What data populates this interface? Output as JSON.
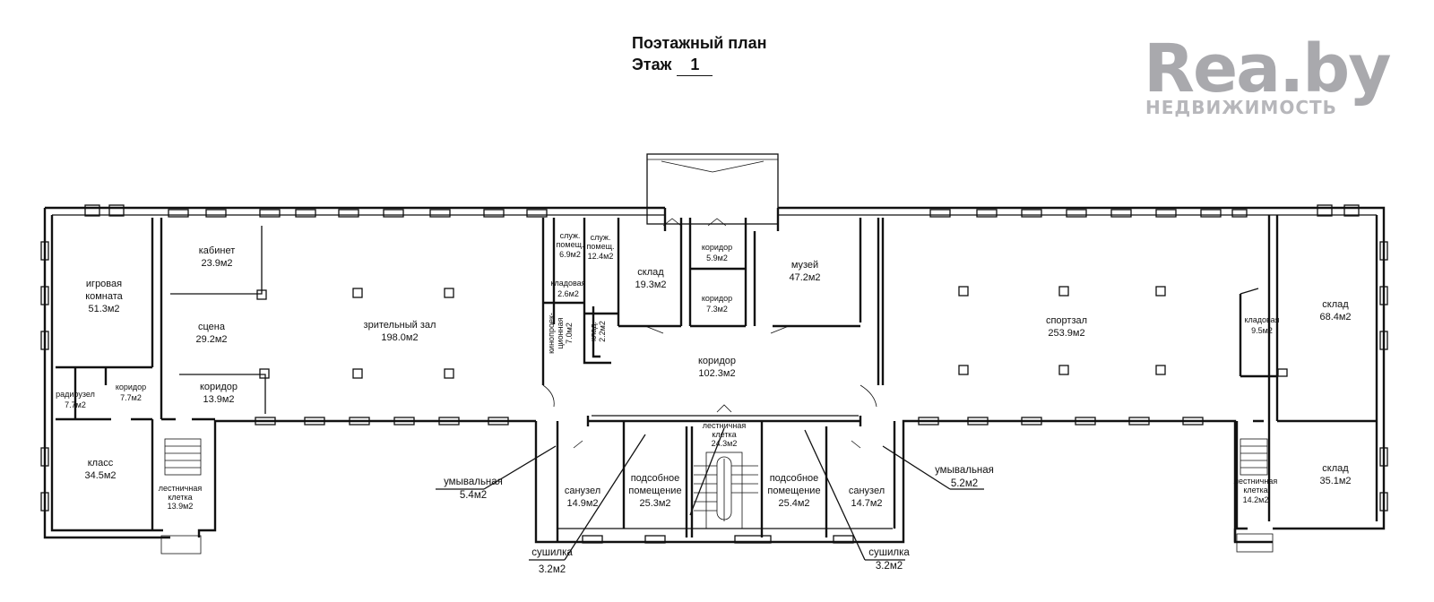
{
  "title": {
    "line1": "Поэтажный план",
    "floor_label": "Этаж",
    "floor_number": "1"
  },
  "logo": {
    "main": "Rea.by",
    "sub": "НЕДВИЖИМОСТЬ"
  },
  "rooms": [
    {
      "id": "igrovaya",
      "name": [
        "игровая",
        "комната"
      ],
      "area": "51.3м2"
    },
    {
      "id": "kabinet",
      "name": [
        "кабинет"
      ],
      "area": "23.9м2"
    },
    {
      "id": "scena",
      "name": [
        "сцена"
      ],
      "area": "29.2м2"
    },
    {
      "id": "zritelny",
      "name": [
        "зрительный зал"
      ],
      "area": "198.0м2"
    },
    {
      "id": "koridor-left",
      "name": [
        "коридор"
      ],
      "area": "13.9м2"
    },
    {
      "id": "koridor-small",
      "name": [
        "коридор"
      ],
      "area": "7.7м2"
    },
    {
      "id": "radiouzel",
      "name": [
        "радиоузел"
      ],
      "area": "7.7м2"
    },
    {
      "id": "klass",
      "name": [
        "класс"
      ],
      "area": "34.5м2"
    },
    {
      "id": "stair-left",
      "name": [
        "лестничная",
        "клетка"
      ],
      "area": "13.9м2"
    },
    {
      "id": "sluzh1",
      "name": [
        "служ.",
        "помещ."
      ],
      "area": "6.9м2"
    },
    {
      "id": "sluzh2",
      "name": [
        "служ.",
        "помещ."
      ],
      "area": "12.4м2"
    },
    {
      "id": "kladovaya-26",
      "name": [
        "кладовая"
      ],
      "area": "2.6м2"
    },
    {
      "id": "kinoproekc",
      "name": [
        "кинопроек-",
        "ционная"
      ],
      "area": "7.0м2"
    },
    {
      "id": "klad-22",
      "name": [
        "клад."
      ],
      "area": "2.2м2"
    },
    {
      "id": "sklad-193",
      "name": [
        "склад"
      ],
      "area": "19.3м2"
    },
    {
      "id": "koridor-59",
      "name": [
        "коридор"
      ],
      "area": "5.9м2"
    },
    {
      "id": "koridor-73",
      "name": [
        "коридор"
      ],
      "area": "7.3м2"
    },
    {
      "id": "muzei",
      "name": [
        "музей"
      ],
      "area": "47.2м2"
    },
    {
      "id": "koridor-main",
      "name": [
        "коридор"
      ],
      "area": "102.3м2"
    },
    {
      "id": "stair-center",
      "name": [
        "лестничная",
        "клетка"
      ],
      "area": "24.3м2"
    },
    {
      "id": "sanuzel-l",
      "name": [
        "санузел"
      ],
      "area": "14.9м2"
    },
    {
      "id": "podsob-l",
      "name": [
        "подсобное",
        "помещение"
      ],
      "area": "25.3м2"
    },
    {
      "id": "podsob-r",
      "name": [
        "подсобное",
        "помещение"
      ],
      "area": "25.4м2"
    },
    {
      "id": "sanuzel-r",
      "name": [
        "санузел"
      ],
      "area": "14.7м2"
    },
    {
      "id": "sportzal",
      "name": [
        "спортзал"
      ],
      "area": "253.9м2"
    },
    {
      "id": "kladovaya-95",
      "name": [
        "кладовая"
      ],
      "area": "9.5м2"
    },
    {
      "id": "sklad-684",
      "name": [
        "склад"
      ],
      "area": "68.4м2"
    },
    {
      "id": "sklad-351",
      "name": [
        "склад"
      ],
      "area": "35.1м2"
    },
    {
      "id": "stair-right",
      "name": [
        "лестничная",
        "клетка"
      ],
      "area": "14.2м2"
    }
  ],
  "callouts": [
    {
      "id": "umyv-l",
      "name": "умывальная",
      "area": "5.4м2"
    },
    {
      "id": "sush-l",
      "name": "сушилка",
      "area": "3.2м2"
    },
    {
      "id": "umyv-r",
      "name": "умывальная",
      "area": "5.2м2"
    },
    {
      "id": "sush-r",
      "name": "сушилка",
      "area": "3.2м2"
    }
  ]
}
